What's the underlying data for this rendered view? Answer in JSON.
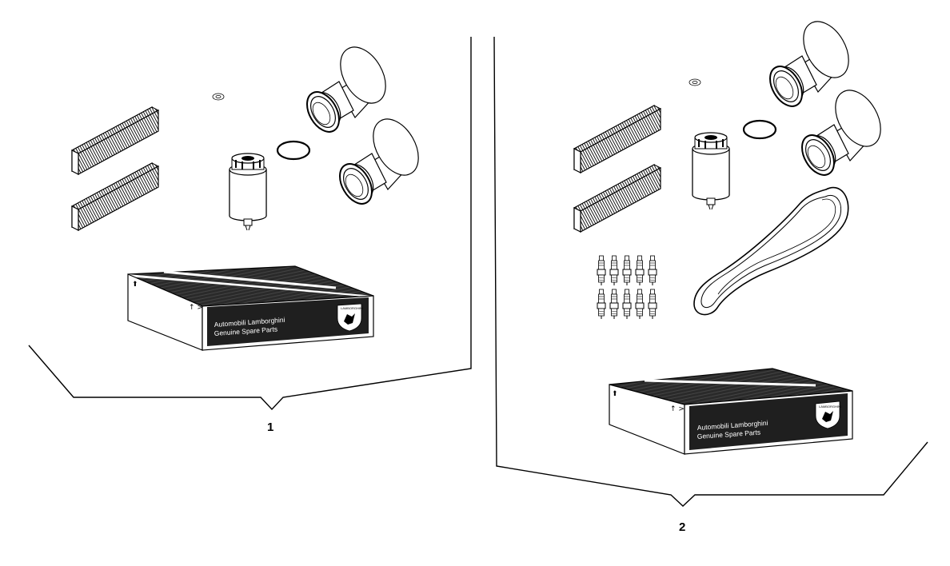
{
  "callouts": {
    "kit1": "1",
    "kit2": "2"
  },
  "box_label": {
    "line1": "Automobili Lamborghini",
    "line2": "Genuine Spare Parts"
  },
  "box_logo_text": "LAMBORGHINI",
  "colors": {
    "ink": "#000000",
    "paper": "#ffffff",
    "box_label": "#1f1f1f",
    "box_stripes": "#222222"
  },
  "parts": [
    "cabin-air-filter",
    "air-filter-cartridge",
    "o-ring",
    "oil-filter",
    "drain-plug-washer",
    "spark-plug",
    "drive-belt",
    "parts-box"
  ]
}
